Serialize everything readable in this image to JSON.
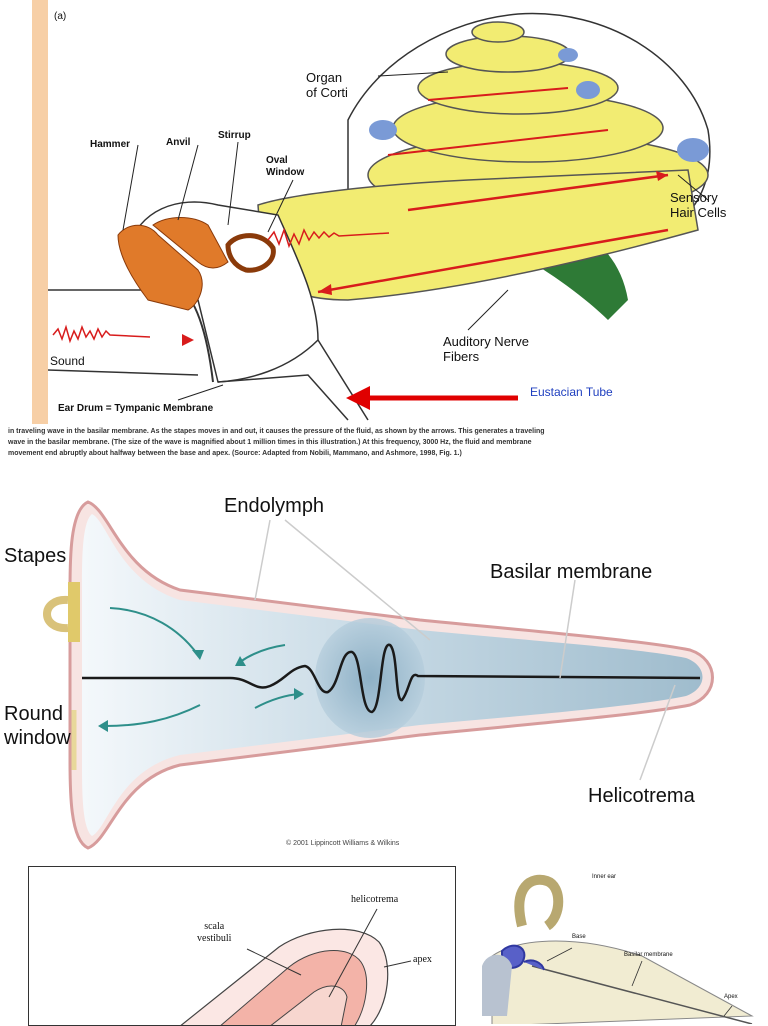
{
  "figure_a": {
    "panel_letter": "(a)",
    "labels": {
      "organ_of_corti": [
        "Organ",
        "of Corti"
      ],
      "hammer": "Hammer",
      "anvil": "Anvil",
      "stirrup": "Stirrup",
      "oval_window": [
        "Oval",
        "Window"
      ],
      "sensory_hair_cells": [
        "Sensory",
        "Hair Cells"
      ],
      "sound": "Sound",
      "auditory_nerve_fibers": [
        "Auditory Nerve",
        "Fibers"
      ],
      "ear_drum": "Ear Drum = Tympanic Membrane",
      "eustachian_tube": "Eustacian Tube"
    },
    "caption": {
      "line1": "in traveling wave in the basilar membrane. As the stapes moves in and out, it causes the pressure of the fluid, as shown by the arrows. This generates a traveling",
      "line2": "wave in the basilar membrane. (The size of the wave is magnified about 1 million times in this illustration.) At this frequency, 3000 Hz, the fluid and membrane",
      "line3": "movement end abruptly about halfway between the base and apex. (Source: Adapted from Nobili, Mammano, and Ashmore, 1998, Fig. 1.)"
    },
    "colors": {
      "border": "#f5c99a",
      "ossicles": "#e07a2a",
      "cochlea": "#f2ec72",
      "arrows": "#d81c1c",
      "nerve": "#2e7a36",
      "tube_label": "#1f3fbf"
    }
  },
  "figure_b": {
    "labels": {
      "endolymph": "Endolymph",
      "stapes": "Stapes",
      "basilar_membrane": "Basilar membrane",
      "round_window": [
        "Round",
        "window"
      ],
      "helicotrema": "Helicotrema"
    },
    "copyright": "© 2001 Lippincott Williams & Wilkins"
  },
  "figure_c": {
    "labels": {
      "helicotrema": "helicotrema",
      "scala_vestibuli": [
        "scala",
        "vestibuli"
      ],
      "apex": "apex"
    }
  },
  "figure_d": {
    "labels": {
      "inner_ear": "Inner ear",
      "base": "Base",
      "basilar_membrane": "Basilar membrane",
      "apex": "Apex"
    }
  }
}
